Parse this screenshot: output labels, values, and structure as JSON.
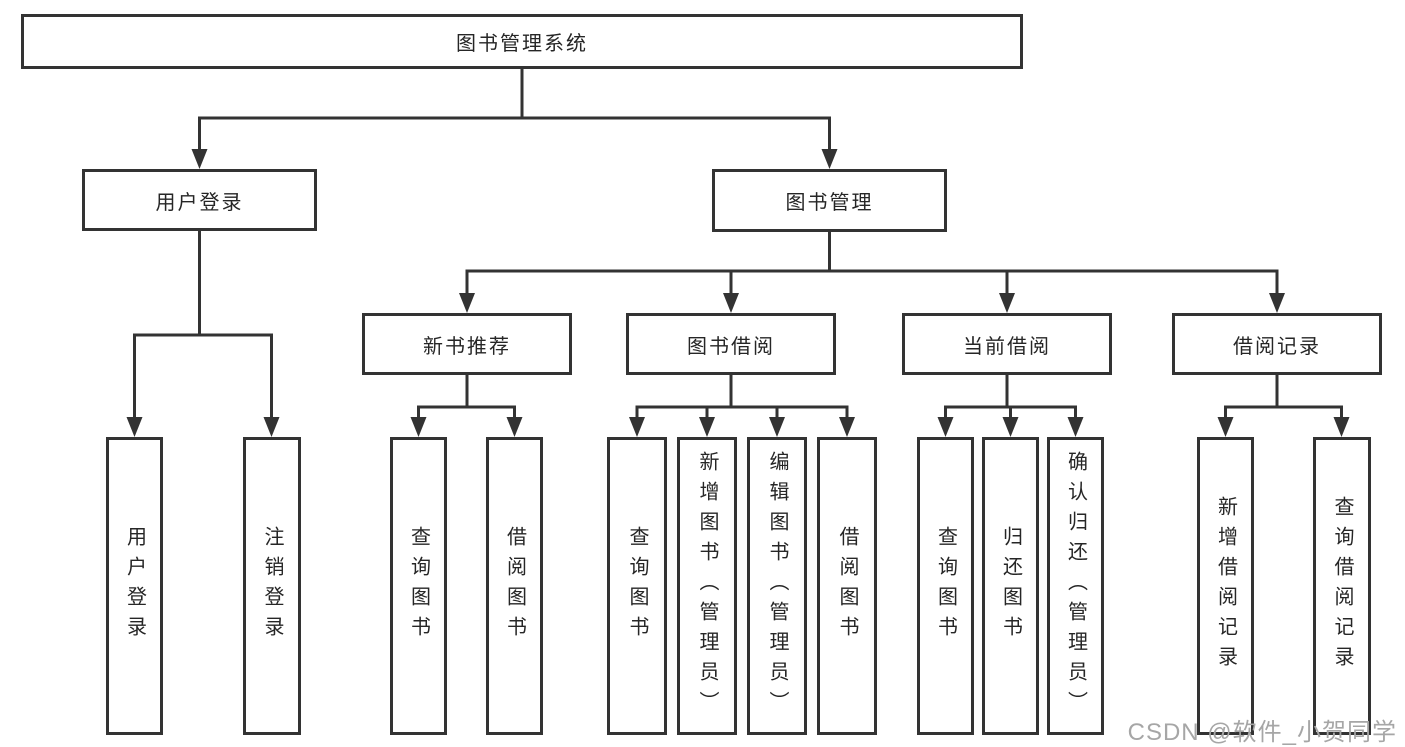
{
  "tree": {
    "root": "图书管理系统",
    "branches": [
      {
        "label": "用户登录",
        "leaves": [
          "用户登录",
          "注销登录"
        ]
      },
      {
        "label": "图书管理",
        "sections": [
          {
            "label": "新书推荐",
            "leaves": [
              "查询图书",
              "借阅图书"
            ]
          },
          {
            "label": "图书借阅",
            "leaves": [
              "查询图书",
              "新增图书（管理员）",
              "编辑图书（管理员）",
              "借阅图书"
            ]
          },
          {
            "label": "当前借阅",
            "leaves": [
              "查询图书",
              "归还图书",
              "确认归还（管理员）"
            ]
          },
          {
            "label": "借阅记录",
            "leaves": [
              "新增借阅记录",
              "查询借阅记录"
            ]
          }
        ]
      }
    ]
  },
  "watermark": "CSDN @软件_小贺同学",
  "colors": {
    "line": "#333333",
    "border": "#333333",
    "text": "#262626",
    "watermark": "#a6a6a6",
    "background": "#ffffff"
  }
}
